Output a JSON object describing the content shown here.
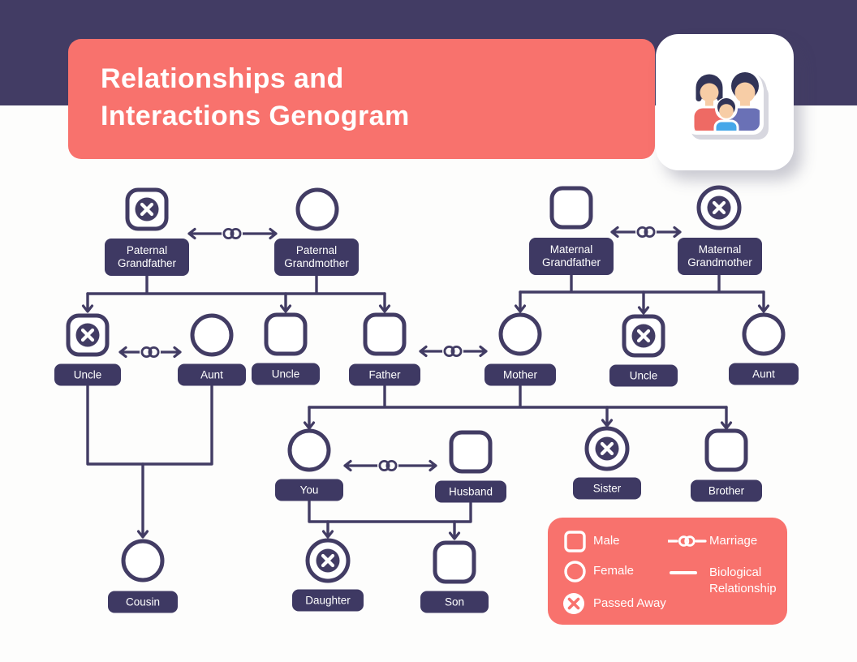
{
  "header": {
    "title_lines": [
      "Relationships and",
      "Interactions Genogram"
    ]
  },
  "badge": {
    "icon": "family-icon"
  },
  "people": {
    "paternal_grandfather": {
      "label": "Paternal Grandfather",
      "gender": "male",
      "status": "passed-away"
    },
    "paternal_grandmother": {
      "label": "Paternal Grandmother",
      "gender": "female",
      "status": "living"
    },
    "maternal_grandfather": {
      "label": "Maternal Grandfather",
      "gender": "male",
      "status": "living"
    },
    "maternal_grandmother": {
      "label": "Maternal Grandmother",
      "gender": "female",
      "status": "passed-away"
    },
    "uncle_paternal_1": {
      "label": "Uncle",
      "gender": "male",
      "status": "passed-away"
    },
    "aunt_paternal": {
      "label": "Aunt",
      "gender": "female",
      "status": "living"
    },
    "uncle_paternal_2": {
      "label": "Uncle",
      "gender": "male",
      "status": "living"
    },
    "father": {
      "label": "Father",
      "gender": "male",
      "status": "living"
    },
    "mother": {
      "label": "Mother",
      "gender": "female",
      "status": "living"
    },
    "uncle_maternal": {
      "label": "Uncle",
      "gender": "male",
      "status": "passed-away"
    },
    "aunt_maternal": {
      "label": "Aunt",
      "gender": "female",
      "status": "living"
    },
    "you": {
      "label": "You",
      "gender": "female",
      "status": "living"
    },
    "husband": {
      "label": "Husband",
      "gender": "male",
      "status": "living"
    },
    "sister": {
      "label": "Sister",
      "gender": "female",
      "status": "passed-away"
    },
    "brother": {
      "label": "Brother",
      "gender": "male",
      "status": "living"
    },
    "cousin": {
      "label": "Cousin",
      "gender": "female",
      "status": "living"
    },
    "daughter": {
      "label": "Daughter",
      "gender": "female",
      "status": "passed-away"
    },
    "son": {
      "label": "Son",
      "gender": "male",
      "status": "living"
    }
  },
  "legend": {
    "male": "Male",
    "female": "Female",
    "passed_away": "Passed Away",
    "marriage": "Marriage",
    "biological": "Biological Relationship"
  },
  "icons": {
    "male": "square-outline-icon",
    "female": "circle-outline-icon",
    "passed_away": "x-circle-icon",
    "marriage": "linked-rings-arrow-icon",
    "biological": "line-icon",
    "badge": "family-sticker-icon"
  },
  "colors": {
    "navy": "#423c64",
    "label_bg": "#3e3963",
    "coral": "#f8726d",
    "background": "#fdfdfc",
    "hair": "#323457",
    "skin": "#f7cda6",
    "woman_shirt": "#ee6a64",
    "man_shirt": "#6a71b6",
    "child_shirt": "#45a7e9"
  }
}
